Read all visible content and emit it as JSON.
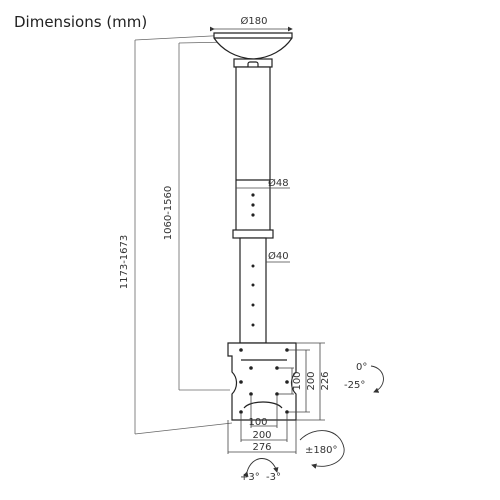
{
  "title": "Dimensions (mm)",
  "labels": {
    "ceiling_plate_diameter": "Ø180",
    "upper_tube_diameter": "Ø48",
    "lower_tube_diameter": "Ø40",
    "overall_height": "1173-1673",
    "pole_height": "1060-1560",
    "hole_spacing_v_inner": "100",
    "hole_spacing_v_mid": "200",
    "plate_height": "226",
    "hole_spacing_h_inner": "100",
    "hole_spacing_h_mid": "200",
    "plate_width": "276",
    "tilt_top": "0°",
    "tilt_bottom": "-25°",
    "rotation": "±180°",
    "level_plus": "+3°",
    "level_minus": "-3°"
  }
}
